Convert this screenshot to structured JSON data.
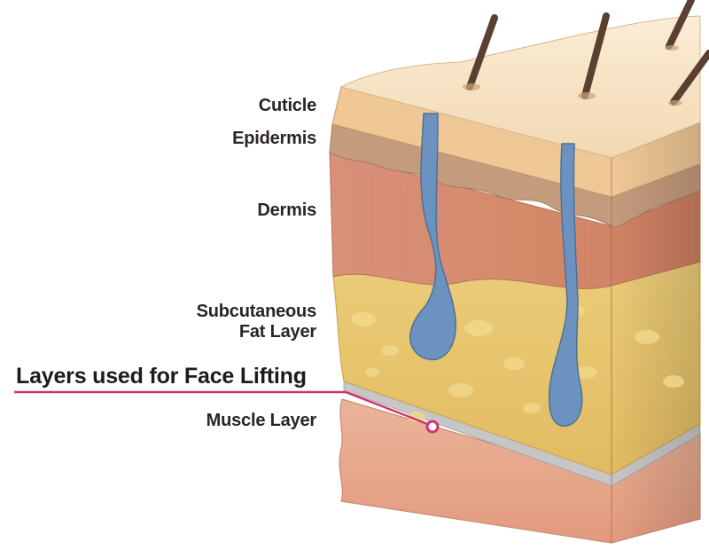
{
  "labels": {
    "cuticle": "Cuticle",
    "epidermis": "Epidermis",
    "dermis": "Dermis",
    "subcutaneous_line1": "Subcutaneous",
    "subcutaneous_line2": "Fat Layer",
    "face_lifting": "Layers used for Face Lifting",
    "muscle": "Muscle Layer"
  },
  "colors": {
    "cuticle": "#f6e0bd",
    "epidermis": "#e8b888",
    "dermis": "#d68b6c",
    "fat": "#e6c26a",
    "fascia": "#c4c4c4",
    "muscle": "#e8a78c",
    "follicle": "#6c93bf",
    "hair": "#5a4030",
    "pointer": "#d6336c"
  },
  "icons": {
    "pointer_dot": "pointer-dot-icon"
  }
}
